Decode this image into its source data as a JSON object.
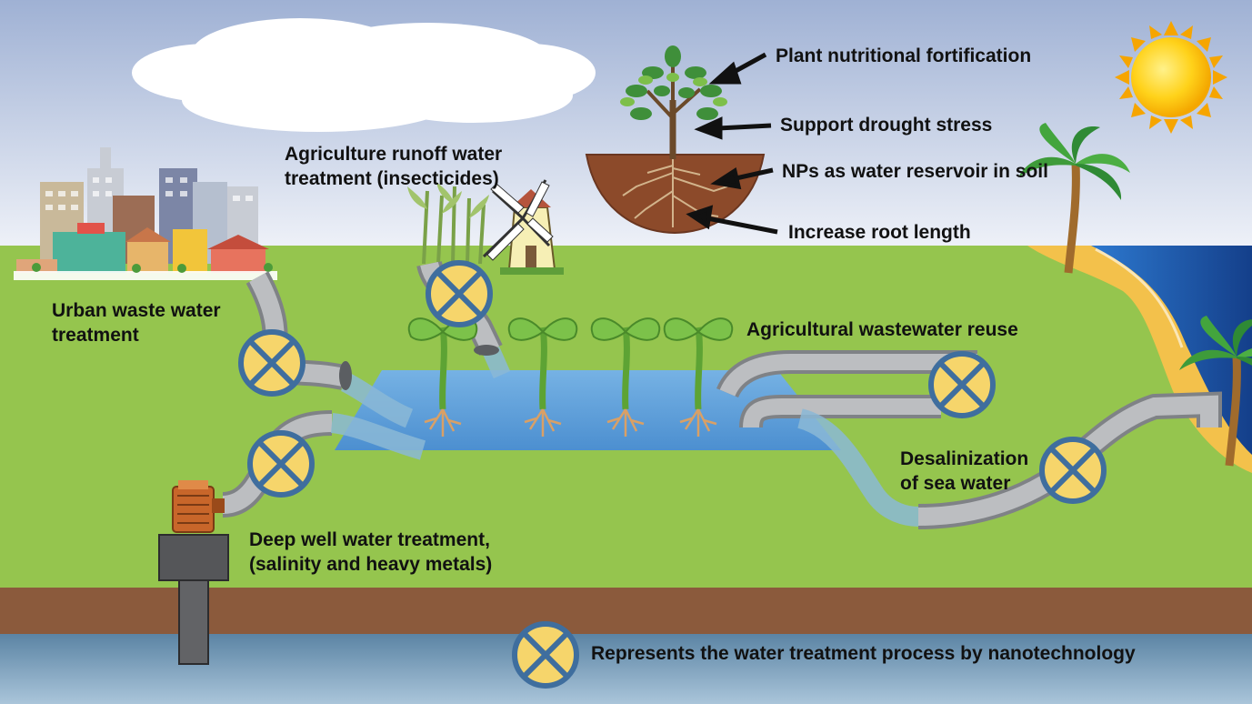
{
  "labels": {
    "plant_nutritional_fortification": "Plant nutritional fortification",
    "support_drought_stress": "Support drought stress",
    "nps_water_reservoir": "NPs as water reservoir in soil",
    "increase_root_length": "Increase root length",
    "agriculture_runoff_line1": "Agriculture runoff water",
    "agriculture_runoff_line2": "treatment (insecticides)",
    "urban_waste_line1": "Urban waste water",
    "urban_waste_line2": "treatment",
    "agricultural_reuse": "Agricultural wastewater reuse",
    "desalinization_line1": "Desalinization",
    "desalinization_line2": "of sea water",
    "deep_well_line1": "Deep well water treatment,",
    "deep_well_line2": "(salinity and heavy metals)"
  },
  "legend": {
    "text": "Represents the water treatment process by nanotechnology",
    "symbol": "nano-treatment-valve-icon"
  },
  "colors": {
    "sky_top": "#9fb1d4",
    "sky_bottom": "#eef1f8",
    "grass": "#93c24c",
    "soil": "#8b5a3c",
    "groundwater": "#557e9f",
    "pond": "#6aa8de",
    "sea": "#1f5fb8",
    "sand": "#f3c14b",
    "pipe": "#a7a9ac",
    "valve_fill": "#f6d56b",
    "valve_ring": "#3f6e9e",
    "sun": "#ffc21c"
  }
}
